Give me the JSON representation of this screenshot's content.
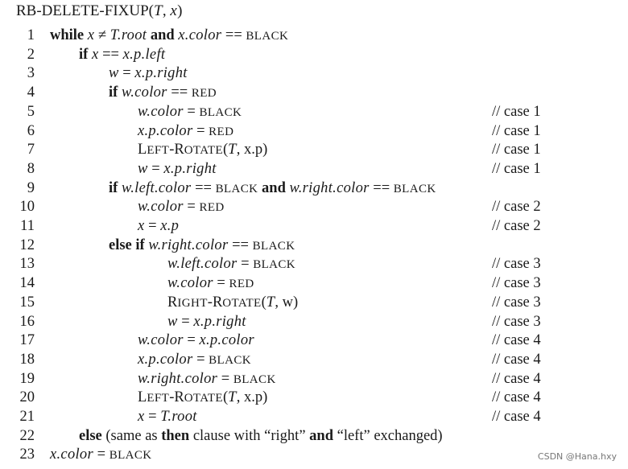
{
  "title": "RB-DELETE-FIXUP(T, x)",
  "lines": [
    {
      "num": "1",
      "code": "while x ≠ T.root and x.color == BLACK",
      "comment": ""
    },
    {
      "num": "2",
      "code": "if x == x.p.left",
      "comment": ""
    },
    {
      "num": "3",
      "code": "w = x.p.right",
      "comment": ""
    },
    {
      "num": "4",
      "code": "if w.color == RED",
      "comment": ""
    },
    {
      "num": "5",
      "code": "w.color = BLACK",
      "comment": "// case 1"
    },
    {
      "num": "6",
      "code": "x.p.color = RED",
      "comment": "// case 1"
    },
    {
      "num": "7",
      "code": "LEFT-ROTATE(T, x.p)",
      "comment": "// case 1"
    },
    {
      "num": "8",
      "code": "w = x.p.right",
      "comment": "// case 1"
    },
    {
      "num": "9",
      "code": "if w.left.color == BLACK and w.right.color == BLACK",
      "comment": ""
    },
    {
      "num": "10",
      "code": "w.color = RED",
      "comment": "// case 2"
    },
    {
      "num": "11",
      "code": "x = x.p",
      "comment": "// case 2"
    },
    {
      "num": "12",
      "code": "else if w.right.color == BLACK",
      "comment": ""
    },
    {
      "num": "13",
      "code": "w.left.color = BLACK",
      "comment": "// case 3"
    },
    {
      "num": "14",
      "code": "w.color = RED",
      "comment": "// case 3"
    },
    {
      "num": "15",
      "code": "RIGHT-ROTATE(T, w)",
      "comment": "// case 3"
    },
    {
      "num": "16",
      "code": "w = x.p.right",
      "comment": "// case 3"
    },
    {
      "num": "17",
      "code": "w.color = x.p.color",
      "comment": "// case 4"
    },
    {
      "num": "18",
      "code": "x.p.color = BLACK",
      "comment": "// case 4"
    },
    {
      "num": "19",
      "code": "w.right.color = BLACK",
      "comment": "// case 4"
    },
    {
      "num": "20",
      "code": "LEFT-ROTATE(T, x.p)",
      "comment": "// case 4"
    },
    {
      "num": "21",
      "code": "x = T.root",
      "comment": "// case 4"
    },
    {
      "num": "22",
      "code": "else (same as then clause with “right” and “left” exchanged)",
      "comment": ""
    },
    {
      "num": "23",
      "code": "x.color = BLACK",
      "comment": ""
    }
  ],
  "watermark": "CSDN @Hana.hxy"
}
